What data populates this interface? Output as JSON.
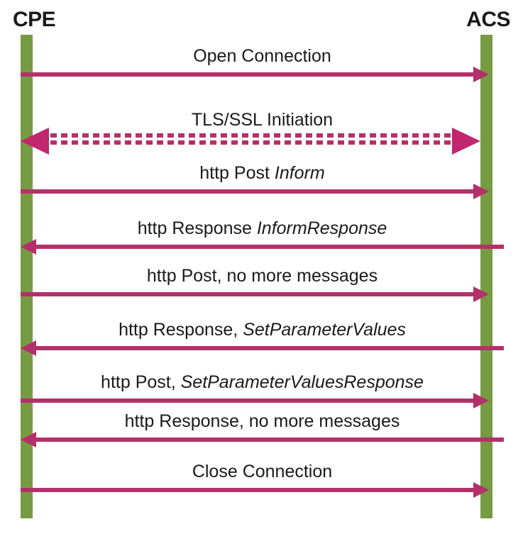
{
  "diagram": {
    "title": "CPE to ACS CWMP session sequence",
    "type": "sequence-diagram",
    "colors": {
      "lifeline_green": "#769b42",
      "arrow_magenta": "#b4306a",
      "arrowhead_magenta": "#c2266e",
      "text_black": "#1a1a1a",
      "background": "#ffffff"
    },
    "actors": [
      {
        "id": "cpe",
        "label": "CPE",
        "side": "left"
      },
      {
        "id": "acs",
        "label": "ACS",
        "side": "right"
      }
    ],
    "messages": [
      {
        "index": 1,
        "label_plain": "Open Connection",
        "label_roman": "Open Connection",
        "label_italic": "",
        "from": "CPE",
        "to": "ACS",
        "direction": "right",
        "style": "solid",
        "arrowheads": "single"
      },
      {
        "index": 2,
        "label_plain": "TLS/SSL Initiation",
        "label_roman": "TLS/SSL Initiation",
        "label_italic": "",
        "from": "CPE",
        "to": "ACS",
        "direction": "both",
        "style": "dashed",
        "arrowheads": "double"
      },
      {
        "index": 3,
        "label_plain": "http Post Inform",
        "label_roman": "http Post ",
        "label_italic": "Inform",
        "from": "CPE",
        "to": "ACS",
        "direction": "right",
        "style": "solid",
        "arrowheads": "single"
      },
      {
        "index": 4,
        "label_plain": "http Response InformResponse",
        "label_roman": "http Response ",
        "label_italic": "InformResponse",
        "from": "ACS",
        "to": "CPE",
        "direction": "left",
        "style": "solid",
        "arrowheads": "single"
      },
      {
        "index": 5,
        "label_plain": "http Post, no more messages",
        "label_roman": "http Post, no more messages",
        "label_italic": "",
        "from": "CPE",
        "to": "ACS",
        "direction": "right",
        "style": "solid",
        "arrowheads": "single"
      },
      {
        "index": 6,
        "label_plain": "http Response, SetParameterValues",
        "label_roman": "http Response, ",
        "label_italic": "SetParameterValues",
        "from": "ACS",
        "to": "CPE",
        "direction": "left",
        "style": "solid",
        "arrowheads": "single"
      },
      {
        "index": 7,
        "label_plain": "http Post, SetParameterValuesResponse",
        "label_roman": "http Post, ",
        "label_italic": "SetParameterValuesResponse",
        "from": "CPE",
        "to": "ACS",
        "direction": "right",
        "style": "solid",
        "arrowheads": "single"
      },
      {
        "index": 8,
        "label_plain": "http Response, no more messages",
        "label_roman": "http Response, no more messages",
        "label_italic": "",
        "from": "ACS",
        "to": "CPE",
        "direction": "left",
        "style": "solid",
        "arrowheads": "single"
      },
      {
        "index": 9,
        "label_plain": "Close Connection",
        "label_roman": "Close Connection",
        "label_italic": "",
        "from": "CPE",
        "to": "ACS",
        "direction": "right",
        "style": "solid",
        "arrowheads": "single"
      }
    ]
  }
}
